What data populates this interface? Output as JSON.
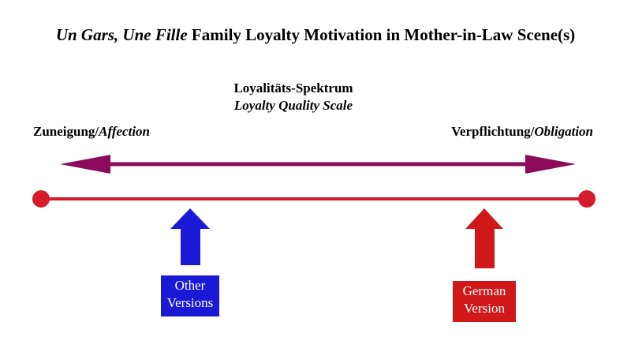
{
  "title": {
    "italic": "Un Gars, Une Fille",
    "rest": "Family Loyalty Motivation in Mother-in-Law Scene(s)"
  },
  "scale": {
    "name": "Loyalitäts-Spektrum",
    "subtitle": "Loyalty Quality Scale"
  },
  "poles": {
    "left": {
      "german": "Zuneigung/",
      "english": "Affection"
    },
    "right": {
      "german": "Verpflichtung/",
      "english": "Obligation"
    }
  },
  "markers": {
    "other": {
      "line1": "Other",
      "line2": "Versions"
    },
    "german": {
      "line1": "German",
      "line2": "Version"
    }
  },
  "colors": {
    "spectrum_arrow": "#8b0a5a",
    "scale_line": "#d41c2c",
    "other_marker": "#1a1ad6",
    "german_marker": "#d01818"
  }
}
